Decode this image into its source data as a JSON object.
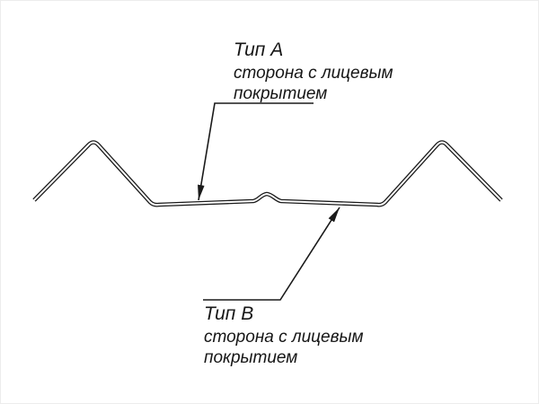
{
  "labels": {
    "type_a": {
      "title": "Тип А",
      "line1": "сторона с лицевым",
      "line2": "покрытием"
    },
    "type_b": {
      "title": "Тип В",
      "line1": "сторона с лицевым",
      "line2": "покрытием"
    }
  },
  "diagram": {
    "kind": "metal-sheet-profile-cross-section",
    "annotation_a_target": "top face of sheet (face-coated side, type A)",
    "annotation_b_target": "bottom face of sheet (face-coated side, type B)"
  },
  "colors": {
    "ink": "#1a1a1a",
    "background": "#ffffff"
  }
}
